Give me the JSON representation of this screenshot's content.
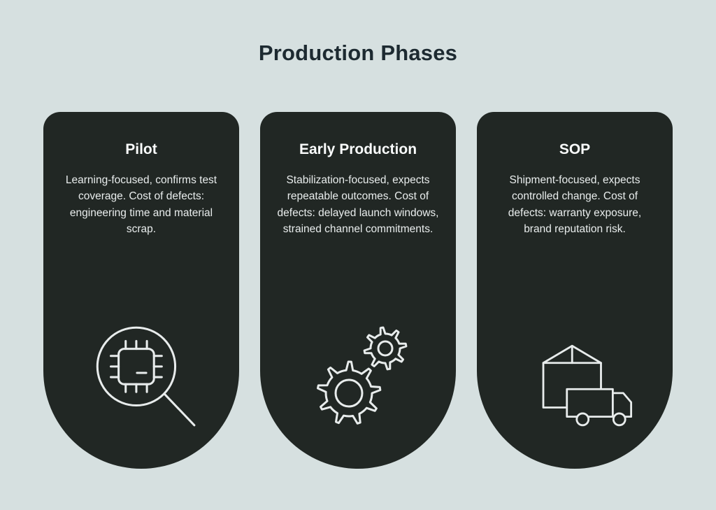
{
  "page": {
    "title": "Production Phases"
  },
  "colors": {
    "background": "#d6e0e0",
    "card": "#212724",
    "heading": "#1d2a31",
    "card_text": "#e9eded",
    "icon_stroke": "#e8ecec"
  },
  "cards": [
    {
      "title": "Pilot",
      "description": "Learning-focused, confirms test coverage. Cost of defects: engineering time and material scrap.",
      "icon": "chip-magnifier-icon"
    },
    {
      "title": "Early Production",
      "description": "Stabilization-focused, expects repeatable outcomes. Cost of defects: delayed launch windows, strained channel commitments.",
      "icon": "gears-icon"
    },
    {
      "title": "SOP",
      "description": "Shipment-focused, expects controlled change. Cost of defects: warranty exposure, brand reputation risk.",
      "icon": "box-truck-icon"
    }
  ]
}
